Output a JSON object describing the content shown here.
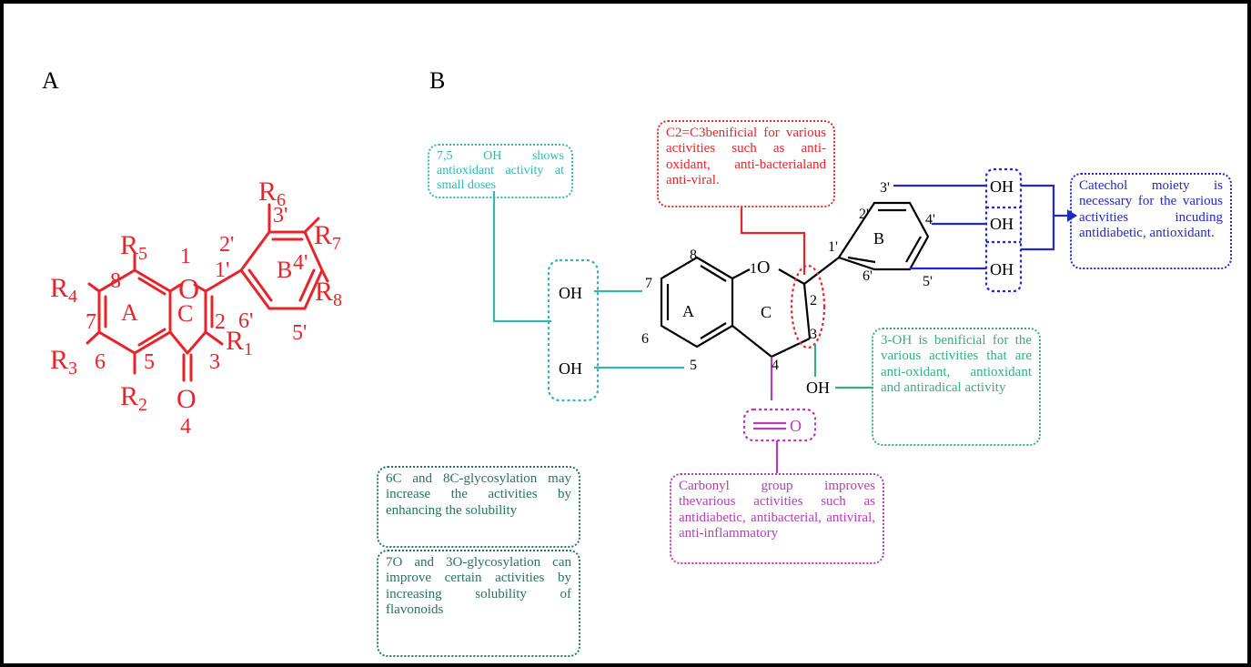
{
  "panels": {
    "a_label": "A",
    "b_label": "B"
  },
  "colors": {
    "struct_a": "#e8242a",
    "teal": "#33b5b5",
    "red": "#e8242a",
    "blue": "#2229c9",
    "green": "#3aab86",
    "magenta": "#b33fb3",
    "darkgreen": "#2a7261",
    "black": "#000000"
  },
  "structure_a": {
    "ring_labels": {
      "a": "A",
      "b": "B",
      "c": "C"
    },
    "atom_numbers": {
      "n1": "1",
      "n2": "2",
      "n3": "3",
      "n4": "4",
      "n5": "5",
      "n6": "6",
      "n7": "7",
      "n8": "8",
      "n1p": "1'",
      "n2p": "2'",
      "n3p": "3'",
      "n4p": "4'",
      "n5p": "5'",
      "n6p": "6'"
    },
    "atoms": {
      "o_ring": "O",
      "o_carbonyl": "O"
    },
    "substituents": {
      "r1": {
        "base": "R",
        "sub": "1"
      },
      "r2": {
        "base": "R",
        "sub": "2"
      },
      "r3": {
        "base": "R",
        "sub": "3"
      },
      "r4": {
        "base": "R",
        "sub": "4"
      },
      "r5": {
        "base": "R",
        "sub": "5"
      },
      "r6": {
        "base": "R",
        "sub": "6"
      },
      "r7": {
        "base": "R",
        "sub": "7"
      },
      "r8": {
        "base": "R",
        "sub": "8"
      }
    }
  },
  "structure_b": {
    "ring_labels": {
      "a": "A",
      "b": "B",
      "c": "C"
    },
    "atom_numbers": {
      "n1": "1",
      "n2": "2",
      "n3": "3",
      "n4": "4",
      "n5": "5",
      "n6": "6",
      "n7": "7",
      "n8": "8",
      "n1p": "1'",
      "n2p": "2'",
      "n3p": "3'",
      "n4p": "4'",
      "n5p": "5'",
      "n6p": "6'"
    },
    "atoms": {
      "o_ring": "O",
      "oh_7": "OH",
      "oh_5": "OH",
      "oh_3": "OH",
      "oh_3p": "OH",
      "oh_4p": "OH",
      "oh_5p": "OH",
      "carbonyl_o": "O"
    }
  },
  "notes": {
    "oh_75": "7,5 OH shows antioxidant activity at small doses",
    "c2c3": "C2=C3benificial for various activities such as anti-oxidant, anti-bacterialand anti-viral.",
    "catechol": "Catechol moiety is necessary for the various activities incuding antidiabetic, antioxidant.",
    "oh_3": "3-OH is benificial for the various activities that are anti-oxidant, antioxidant and antiradical activity",
    "carbonyl": "Carbonyl group improves thevarious activities such as antidiabetic, antibacterial, antiviral, anti-inflammatory",
    "c_glyco": "6C and 8C-glycosylation may increase the activities by enhancing the solubility",
    "o_glyco": "7O and 3O-glycosylation can improve certain activities by increasing solubility of flavonoids"
  }
}
